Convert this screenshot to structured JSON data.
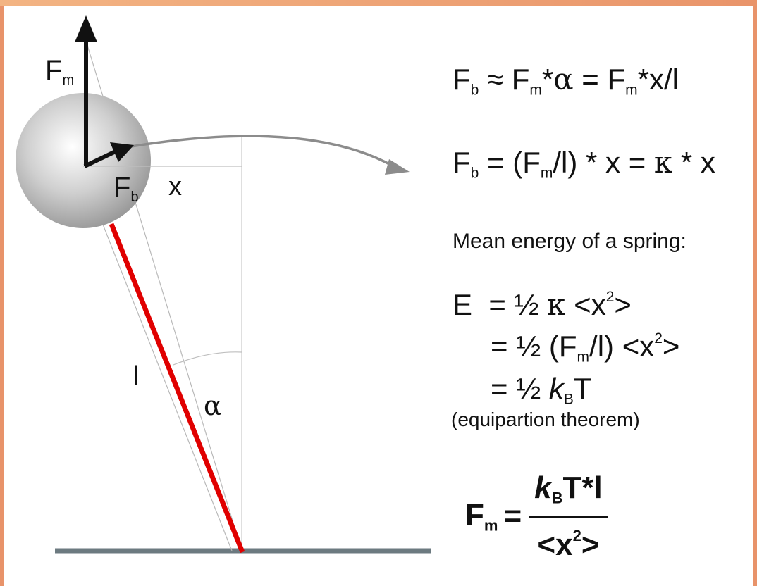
{
  "labels": {
    "force_m": "F",
    "force_m_sub": "m",
    "force_b": "F",
    "force_b_sub": "b",
    "x": "x",
    "length": "l",
    "alpha": "α"
  },
  "equations": {
    "eq1": {
      "a": "F",
      "a_sub": "b",
      "b": " ≈ F",
      "b_sub": "m",
      "c": "*",
      "d": "α",
      "e": " = F",
      "e_sub": "m",
      "f": "*x/l"
    },
    "eq2": {
      "a": "F",
      "a_sub": "b",
      "b": " = (F",
      "b_sub": "m",
      "c": "/l) * x = ",
      "d": "κ",
      "e": " * x"
    },
    "caption": "Mean energy of a spring:",
    "eq3": {
      "a": "E  = ½ ",
      "b": "κ",
      "c": " <x",
      "c_sup": "2",
      "d": ">"
    },
    "eq4": {
      "a": "= ½ (F",
      "a_sub": "m",
      "b": "/l) <x",
      "b_sup": "2",
      "c": ">"
    },
    "eq5": {
      "a": "= ½ ",
      "b": "k",
      "b_sub": "B",
      "c": "T"
    },
    "note": "(equipartion theorem)",
    "final": {
      "lhs": "F",
      "lhs_sub": "m",
      "eq": "=",
      "num_k": "k",
      "num_sub": "B",
      "num_rest": "T*l",
      "den_a": "<x",
      "den_sup": "2",
      "den_b": ">"
    }
  },
  "colors": {
    "background_frame": "#e8936a",
    "rod": "#e00000",
    "ground": "#6c7a80",
    "arrow": "#111111",
    "curve": "#8c8c8c"
  }
}
